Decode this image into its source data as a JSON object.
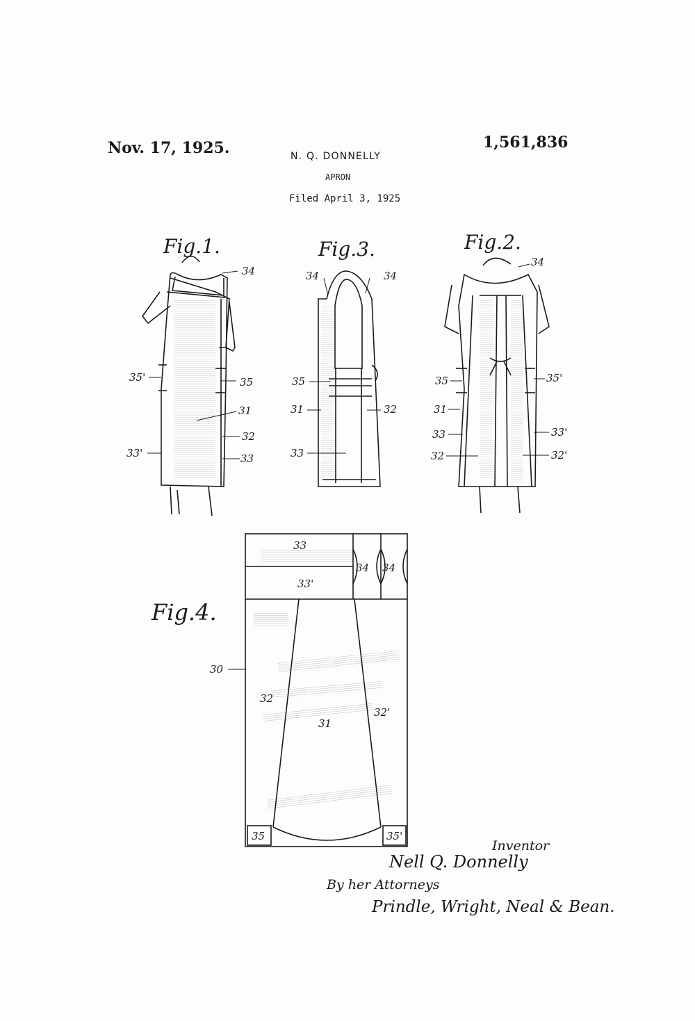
{
  "header": {
    "date": "Nov. 17, 1925.",
    "patent_number": "1,561,836",
    "inventor_name": "N. Q. DONNELLY",
    "title": "APRON",
    "filed": "Filed April 3, 1925"
  },
  "figures": {
    "fig1": "Fig.1.",
    "fig2": "Fig.2.",
    "fig3": "Fig.3.",
    "fig4": "Fig.4."
  },
  "refs": {
    "r30": "30",
    "r31": "31",
    "r32": "32",
    "r32p": "32'",
    "r33": "33",
    "r33p": "33'",
    "r34": "34",
    "r35": "35",
    "r35p": "35'"
  },
  "signature": {
    "inventor_label": "Inventor",
    "inventor_signature": "Nell Q. Donnelly",
    "by_attorneys": "By her Attorneys",
    "attorneys_signature": "Prindle, Wright, Neal & Bean."
  }
}
